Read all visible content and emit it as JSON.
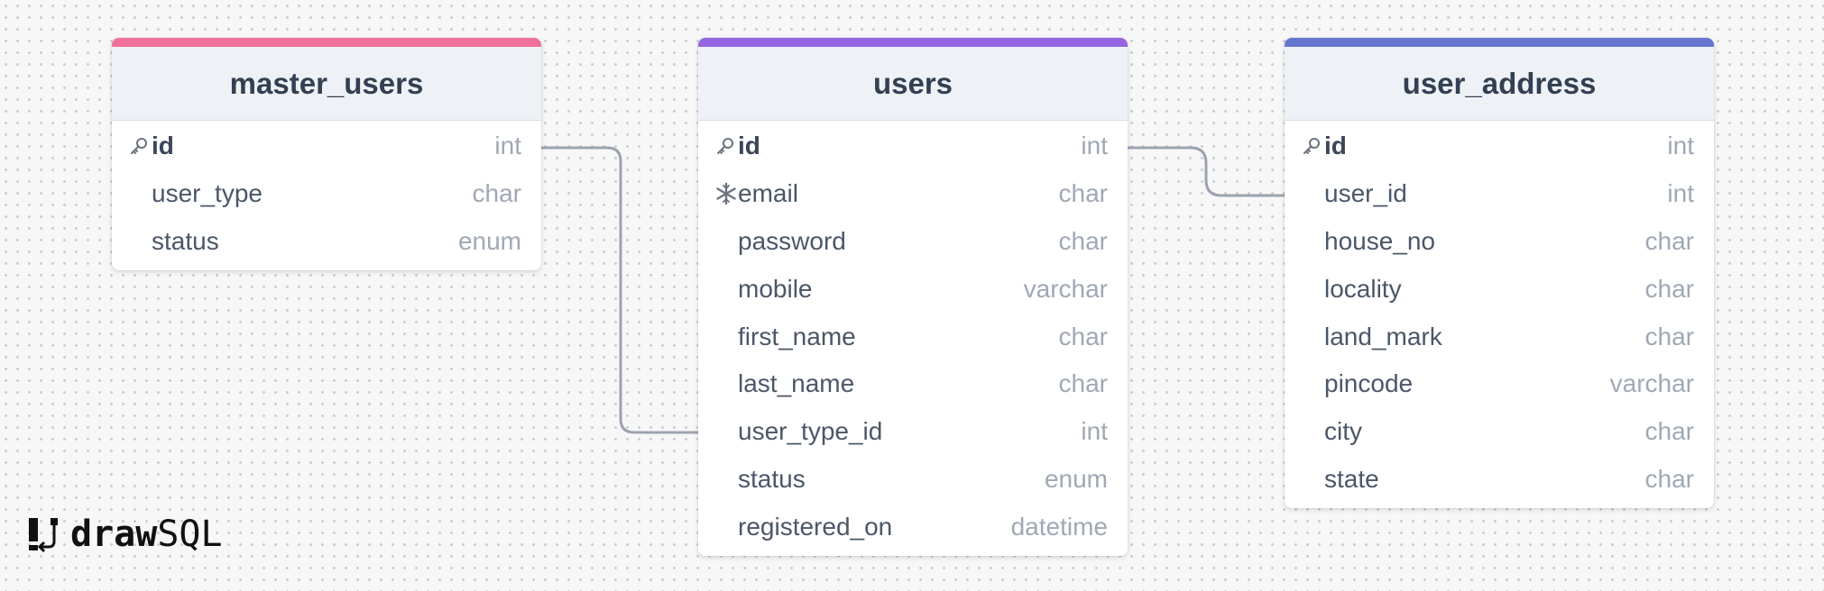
{
  "tables": [
    {
      "name": "master_users",
      "accent": "#f0719a",
      "columns": [
        {
          "name": "id",
          "type": "int",
          "key": "primary"
        },
        {
          "name": "user_type",
          "type": "char",
          "key": ""
        },
        {
          "name": "status",
          "type": "enum",
          "key": ""
        }
      ]
    },
    {
      "name": "users",
      "accent": "#9565e0",
      "columns": [
        {
          "name": "id",
          "type": "int",
          "key": "primary"
        },
        {
          "name": "email",
          "type": "char",
          "key": "unique"
        },
        {
          "name": "password",
          "type": "char",
          "key": ""
        },
        {
          "name": "mobile",
          "type": "varchar",
          "key": ""
        },
        {
          "name": "first_name",
          "type": "char",
          "key": ""
        },
        {
          "name": "last_name",
          "type": "char",
          "key": ""
        },
        {
          "name": "user_type_id",
          "type": "int",
          "key": ""
        },
        {
          "name": "status",
          "type": "enum",
          "key": ""
        },
        {
          "name": "registered_on",
          "type": "datetime",
          "key": ""
        }
      ]
    },
    {
      "name": "user_address",
      "accent": "#6677cf",
      "columns": [
        {
          "name": "id",
          "type": "int",
          "key": "primary"
        },
        {
          "name": "user_id",
          "type": "int",
          "key": ""
        },
        {
          "name": "house_no",
          "type": "char",
          "key": ""
        },
        {
          "name": "locality",
          "type": "char",
          "key": ""
        },
        {
          "name": "land_mark",
          "type": "char",
          "key": ""
        },
        {
          "name": "pincode",
          "type": "varchar",
          "key": ""
        },
        {
          "name": "city",
          "type": "char",
          "key": ""
        },
        {
          "name": "state",
          "type": "char",
          "key": ""
        }
      ]
    }
  ],
  "relations": [
    {
      "from": "master_users.id",
      "to": "users.user_type_id"
    },
    {
      "from": "users.id",
      "to": "user_address.user_id"
    }
  ],
  "icons": {
    "primary_key": "key-icon",
    "unique": "snowflake-icon"
  },
  "connector_color": "#9ca3af",
  "logo": {
    "part1": "draw",
    "part2": "SQL"
  }
}
